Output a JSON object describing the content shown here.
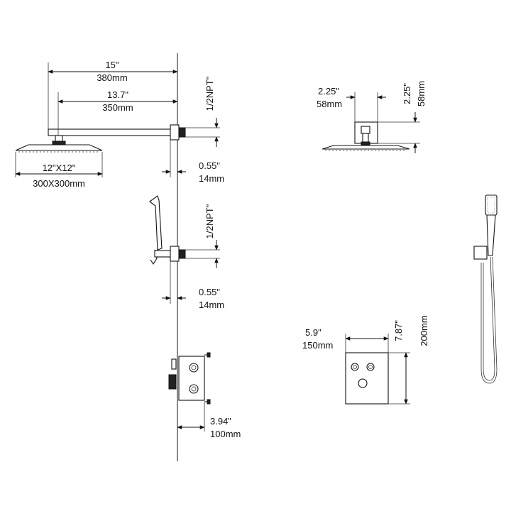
{
  "labels": {
    "arm_length_in": "15\"",
    "arm_length_mm": "380mm",
    "arm_reach_in": "13.7\"",
    "arm_reach_mm": "350mm",
    "thread_top": "1/2NPT\"",
    "head_size_in": "12\"X12\"",
    "head_size_mm": "300X300mm",
    "gap_top_in": "0.55\"",
    "gap_top_mm": "14mm",
    "thread_mid": "1/2NPT\"",
    "gap_mid_in": "0.55\"",
    "gap_mid_mm": "14mm",
    "valve_depth_in": "3.94\"",
    "valve_depth_mm": "100mm",
    "flange_width_in": "2.25\"",
    "flange_width_mm": "58mm",
    "flange_height_in": "2.25\"",
    "flange_height_mm": "58mm",
    "plate_width_in": "5.9\"",
    "plate_width_mm": "150mm",
    "plate_height_in": "7.87\"",
    "plate_height_mm": "200mm"
  }
}
